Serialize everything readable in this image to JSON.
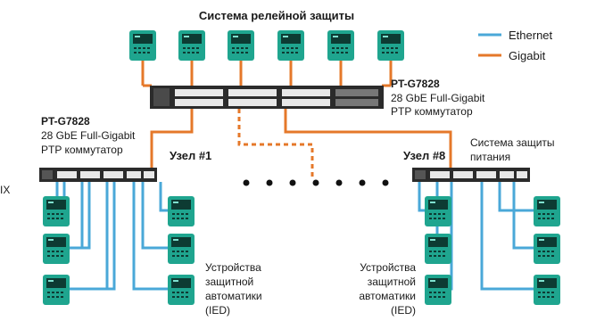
{
  "title": "Система релейной защиты",
  "legend": {
    "ethernet_label": "Ethernet",
    "gigabit_label": "Gigabit",
    "ethernet_color": "#4aa8d8",
    "gigabit_color": "#e5782a"
  },
  "top_switch": {
    "model": "PT-G7828",
    "desc_line1": "28 GbE Full-Gigabit",
    "desc_line2": "PTP коммутатор"
  },
  "left_switch": {
    "model": "PT-G7828",
    "desc_line1": "28 GbE Full-Gigabit",
    "desc_line2": "PTP коммутатор"
  },
  "node1": {
    "label": "Узел #1"
  },
  "node8": {
    "label": "Узел #8"
  },
  "power_system": {
    "line1": "Система защиты",
    "line2": "питания"
  },
  "left_ied": {
    "line1": "Устройства",
    "line2": "защитной",
    "line3": "автоматики",
    "line4": "(IED)"
  },
  "right_ied": {
    "line1": "Устройства",
    "line2": "защитной",
    "line3": "автоматики",
    "line4": "(IED)"
  },
  "edge_fragment": "IX",
  "colors": {
    "device_teal": "#1fa58f",
    "switch_dark": "#2b2b2b",
    "screen_dark": "#0d3b33"
  }
}
